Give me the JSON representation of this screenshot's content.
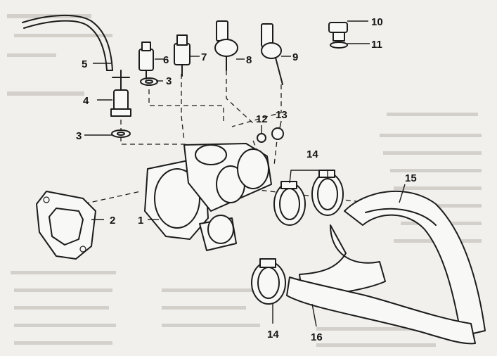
{
  "callouts": {
    "c1": "1",
    "c2": "2",
    "c3a": "3",
    "c3b": "3",
    "c4": "4",
    "c5": "5",
    "c6": "6",
    "c7": "7",
    "c8": "8",
    "c9": "9",
    "c10": "10",
    "c11": "11",
    "c12": "12",
    "c13": "13",
    "c14a": "14",
    "c14b": "14",
    "c15": "15",
    "c16": "16"
  }
}
